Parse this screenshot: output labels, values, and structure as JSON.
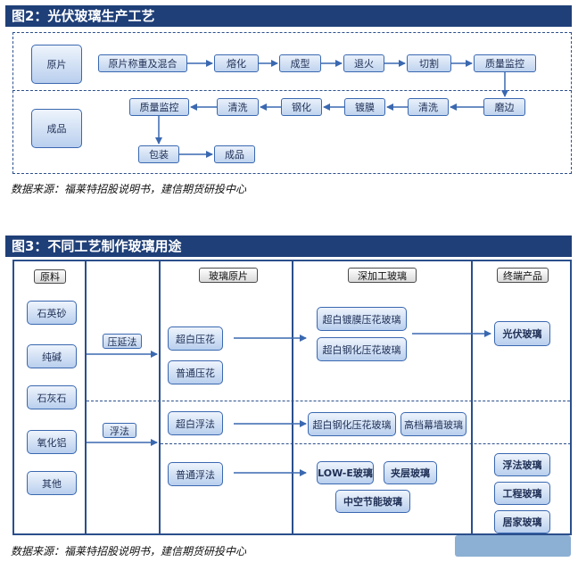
{
  "fig2": {
    "title": "图2：光伏玻璃生产工艺",
    "source": "数据来源：福莱特招股说明书，建信期货研投中心",
    "labels": {
      "raw": "原片",
      "finished": "成品"
    },
    "row1": [
      "原片称重及混合",
      "熔化",
      "成型",
      "退火",
      "切割",
      "质量监控"
    ],
    "row2": [
      "质量监控",
      "清洗",
      "钢化",
      "镀膜",
      "清洗",
      "磨边"
    ],
    "row3": [
      "包装",
      "成品"
    ]
  },
  "fig3": {
    "title": "图3：不同工艺制作玻璃用途",
    "source": "数据来源：福莱特招股说明书，建信期货研投中心",
    "headers": [
      "原料",
      "玻璃原片",
      "深加工玻璃",
      "终端产品"
    ],
    "materials": [
      "石英砂",
      "纯碱",
      "石灰石",
      "氧化铝",
      "其他"
    ],
    "methods": [
      "压延法",
      "浮法"
    ],
    "raw_glass": [
      "超白压花",
      "普通压花",
      "超白浮法",
      "普通浮法"
    ],
    "deep": [
      "超白镀膜压花玻璃",
      "超白钢化压花玻璃",
      "超白钢化压花玻璃",
      "高档幕墙玻璃",
      "LOW-E玻璃",
      "夹层玻璃",
      "中空节能玻璃"
    ],
    "products": [
      "光伏玻璃",
      "浮法玻璃",
      "工程玻璃",
      "居家玻璃"
    ]
  },
  "watermark": ""
}
